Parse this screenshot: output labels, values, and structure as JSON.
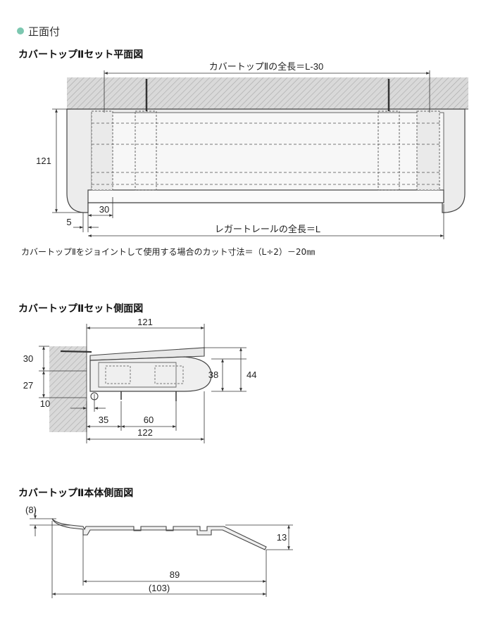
{
  "header": {
    "label": "正面付",
    "dot_color": "#7cc7b0"
  },
  "sections": {
    "plan": {
      "title": "カバートップⅡセット平面図"
    },
    "side": {
      "title": "カバートップⅡセット側面図"
    },
    "body": {
      "title": "カバートップⅡ本体側面図"
    }
  },
  "note": "カバートップⅡをジョイントして使用する場合のカット寸法＝（L÷2）－20㎜",
  "plan_dims": {
    "top": "カバートップⅡの全長＝L-30",
    "height": "121",
    "d30": "30",
    "d5": "5",
    "rail": "レガートレールの全長＝L"
  },
  "side_dims": {
    "d121": "121",
    "d30": "30",
    "d27": "27",
    "d10": "10",
    "d38": "38",
    "d44": "44",
    "d35": "35",
    "d60": "60",
    "d122": "122"
  },
  "body_dims": {
    "d8": "(8)",
    "d13": "13",
    "d89": "89",
    "d103": "(103)"
  }
}
